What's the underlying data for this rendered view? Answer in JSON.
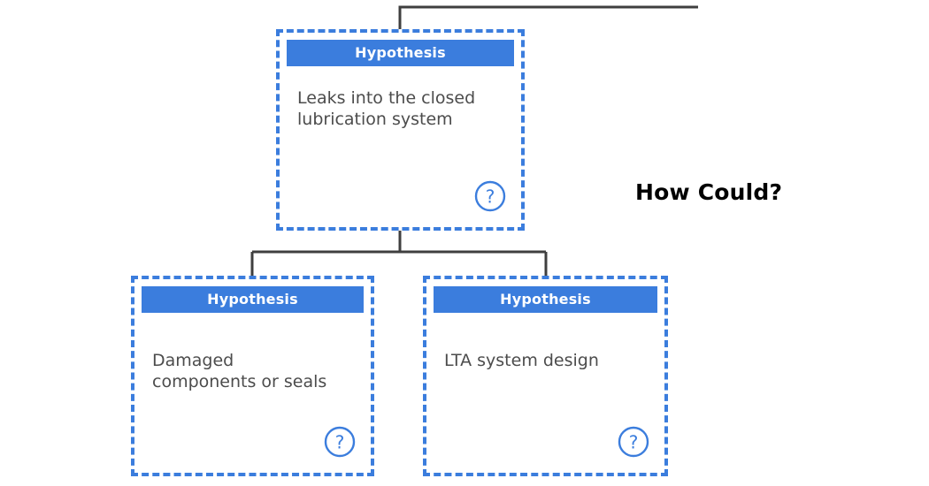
{
  "diagram": {
    "type": "hypothesis-tree",
    "caption": "How Could?",
    "header_color": "#3b7ddd",
    "border_color": "#3b7ddd",
    "connector_color": "#3f3f3f",
    "body_text_color": "#4c4c4c",
    "help_icon": "circled-question-mark-icon",
    "nodes": [
      {
        "id": "root",
        "header": "Hypothesis",
        "text": "Leaks into the closed\nlubrication system",
        "badge": "?"
      },
      {
        "id": "child-left",
        "header": "Hypothesis",
        "text": "Damaged\ncomponents or seals",
        "badge": "?"
      },
      {
        "id": "child-right",
        "header": "Hypothesis",
        "text": "LTA system design",
        "badge": "?"
      }
    ]
  }
}
